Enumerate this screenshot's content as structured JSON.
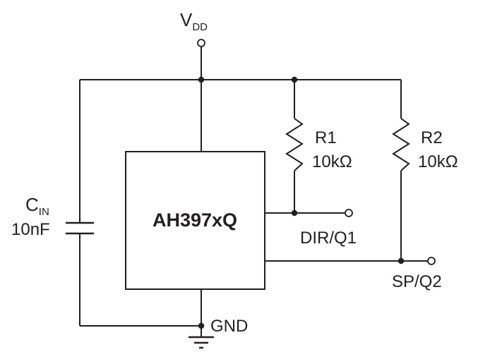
{
  "labels": {
    "vdd": {
      "main": "V",
      "sub": "DD"
    },
    "cin": {
      "main": "C",
      "sub": "IN",
      "value": "10nF"
    },
    "chip": "AH397xQ",
    "r1": {
      "name": "R1",
      "value": "10kΩ"
    },
    "r2": {
      "name": "R2",
      "value": "10kΩ"
    },
    "dir_q1": "DIR/Q1",
    "sp_q2": "SP/Q2",
    "gnd": "GND"
  },
  "colors": {
    "line": "#231f20",
    "background": "#ffffff"
  }
}
